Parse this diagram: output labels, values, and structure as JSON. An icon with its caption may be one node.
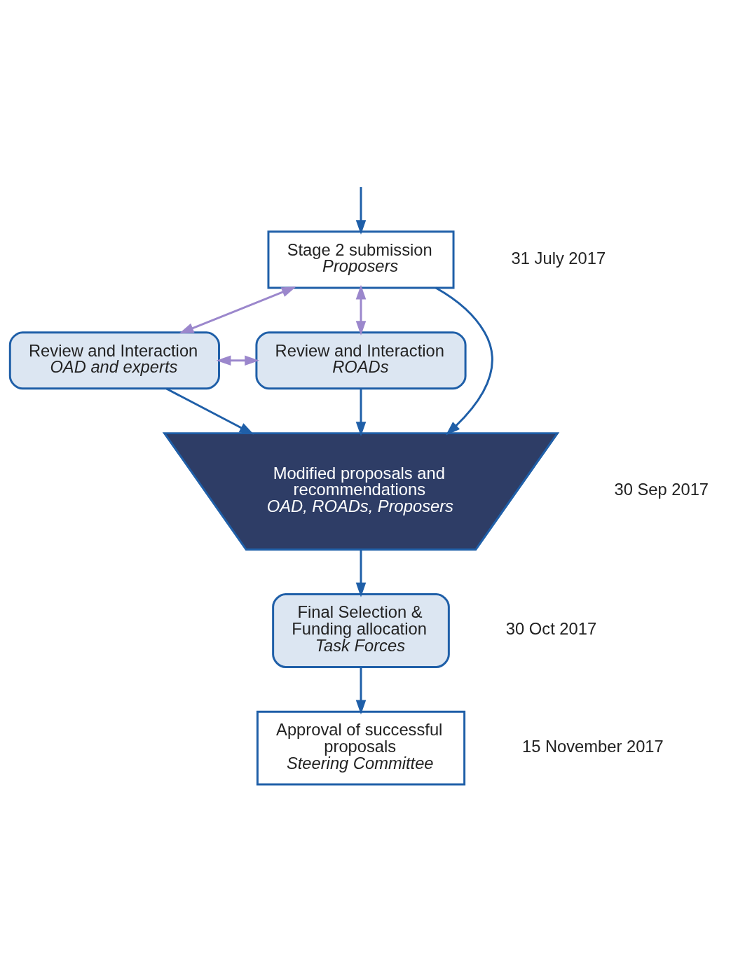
{
  "diagram": {
    "nodes": [
      {
        "text": [
          "Stage 2 submission",
          "Proposers"
        ],
        "beside": [
          "31 July 2017"
        ]
      },
      {
        "text": [
          "Review and Interaction",
          "OAD and experts"
        ]
      },
      {
        "text": [
          "Review and Interaction",
          "ROADs"
        ]
      },
      {
        "text": [
          "Modified proposals and recommendations",
          "OAD, ROADs, Proposers"
        ],
        "beside": [
          "30 Sep 2017"
        ]
      },
      {
        "text": [
          "Final Selection & Funding allocation",
          "Task Forces"
        ],
        "beside": [
          "30 Oct 2017"
        ]
      },
      {
        "text": [
          "Approval of successful proposals",
          "Steering Committee"
        ],
        "beside": [
          "15 November 2017"
        ]
      }
    ],
    "edges": [
      {
        "from": null,
        "to": 0,
        "arrow": "to"
      },
      {
        "from": 0,
        "to": 1,
        "arrow": "both",
        "color": "#9b87cc"
      },
      {
        "from": 0,
        "to": 2,
        "arrow": "both",
        "color": "#9b87cc"
      },
      {
        "from": 1,
        "to": 2,
        "arrow": "both",
        "color": "#9b87cc"
      },
      {
        "from": 0,
        "to": 3,
        "arrow": "to"
      },
      {
        "from": 1,
        "to": 3,
        "arrow": "to"
      },
      {
        "from": 2,
        "to": 3,
        "arrow": "to"
      },
      {
        "from": 3,
        "to": 4,
        "arrow": "to"
      },
      {
        "from": 4,
        "to": 5,
        "arrow": "to"
      }
    ]
  }
}
